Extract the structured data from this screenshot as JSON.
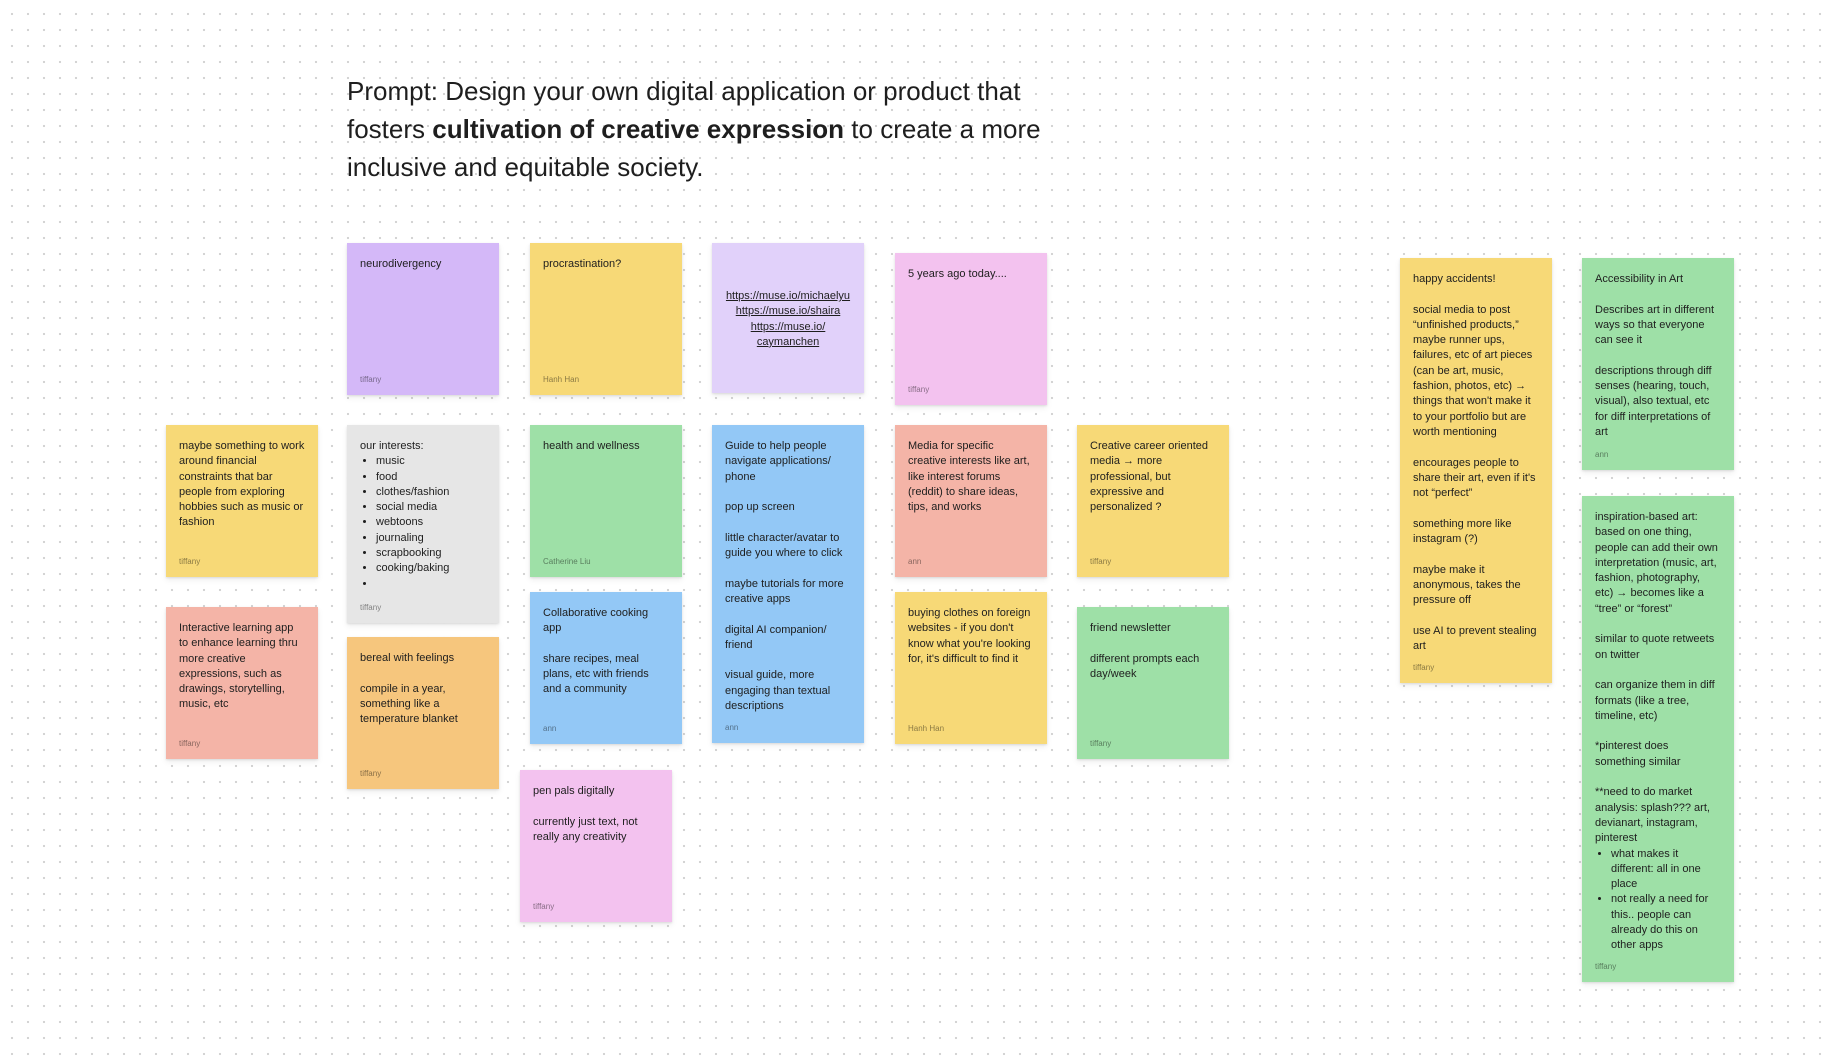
{
  "prompt": {
    "prefix": "Prompt: Design your own digital application or product that fosters ",
    "bold": "cultivation of creative expression",
    "suffix": " to create a more inclusive and equitable society."
  },
  "colors": {
    "purple": "#d4b8f8",
    "lavender": "#e1d1fa",
    "yellow": "#f7d977",
    "pink": "#f3c2ef",
    "gray": "#e6e6e6",
    "green": "#9ee0a7",
    "blue": "#93c8f6",
    "salmon": "#f4b4a7",
    "orange": "#f6c67d"
  },
  "stickies": {
    "neurodivergency": {
      "text": "neurodivergency",
      "author": "tiffany"
    },
    "procrastination": {
      "text": "procrastination?",
      "author": "Hanh Han"
    },
    "links": {
      "lines": [
        "https://muse.io/michaelyu",
        "https://muse.io/shaira",
        "https://muse.io/",
        "caymanchen"
      ]
    },
    "five_years": {
      "text": "5 years ago today....",
      "author": "tiffany"
    },
    "happy_accidents": {
      "text": "happy accidents!\n\nsocial media to post “unfinished products,” maybe runner ups, failures, etc of art pieces (can be art, music, fashion, photos, etc) → things that won't make it to your portfolio but are worth mentioning\n\nencourages people to share their art, even if it's not “perfect”\n\nsomething more like instagram (?)\n\nmaybe make it anonymous, takes the pressure off\n\nuse AI to prevent stealing art",
      "author": "tiffany"
    },
    "accessibility": {
      "text": "Accessibility in Art\n\nDescribes art in different ways so that everyone can see it\n\ndescriptions through diff senses (hearing, touch, visual), also textual, etc for diff interpretations of art",
      "author": "ann"
    },
    "financial": {
      "text": "maybe something to work around financial constraints that bar people from exploring hobbies such as music or fashion",
      "author": "tiffany"
    },
    "interests": {
      "heading": "our interests:",
      "items": [
        "music",
        "food",
        "clothes/fashion",
        "social media",
        "webtoons",
        "journaling",
        "scrapbooking",
        "cooking/baking",
        ""
      ],
      "author": "tiffany"
    },
    "health": {
      "text": "health and wellness",
      "author": "Catherine Liu"
    },
    "guide": {
      "text": "Guide to help people navigate applications/ phone\n\npop up screen\n\nlittle character/avatar to guide you where to click\n\nmaybe tutorials for more creative apps\n\ndigital AI companion/ friend\n\nvisual guide, more engaging than textual descriptions",
      "author": "ann"
    },
    "media": {
      "text": "Media for specific creative interests like art, like interest forums (reddit) to share ideas, tips, and works",
      "author": "ann"
    },
    "career": {
      "text": "Creative career oriented media → more professional, but expressive and personalized ?",
      "author": "tiffany"
    },
    "inspiration": {
      "text": "inspiration-based art: based on one thing, people can add their own interpretation (music, art, fashion, photography, etc) → becomes like a “tree” or “forest”\n\nsimilar to quote retweets on twitter\n\ncan organize them in diff formats (like a tree, timeline, etc)\n\n*pinterest does something similar\n\n**need to do market analysis: splash??? art, devianart, instagram, pinterest",
      "bullets": [
        "what makes it different: all in one place",
        "not really a need for this.. people can already do this on other apps"
      ],
      "author": "tiffany"
    },
    "learning": {
      "text": "Interactive learning app to enhance learning thru more creative expressions, such as drawings, storytelling, music, etc",
      "author": "tiffany"
    },
    "bereal": {
      "text": "bereal with feelings\n\ncompile in a year, something like a temperature blanket",
      "author": "tiffany"
    },
    "cooking": {
      "text": "Collaborative cooking app\n\nshare recipes, meal plans, etc with friends and a community",
      "author": "ann"
    },
    "clothes": {
      "text": "buying clothes on foreign websites - if you don't know what you're looking for, it's difficult to find it",
      "author": "Hanh Han"
    },
    "newsletter": {
      "text": "friend newsletter\n\ndifferent prompts each day/week",
      "author": "tiffany"
    },
    "penpals": {
      "text": "pen pals digitally\n\ncurrently just text, not really any creativity",
      "author": "tiffany"
    }
  }
}
